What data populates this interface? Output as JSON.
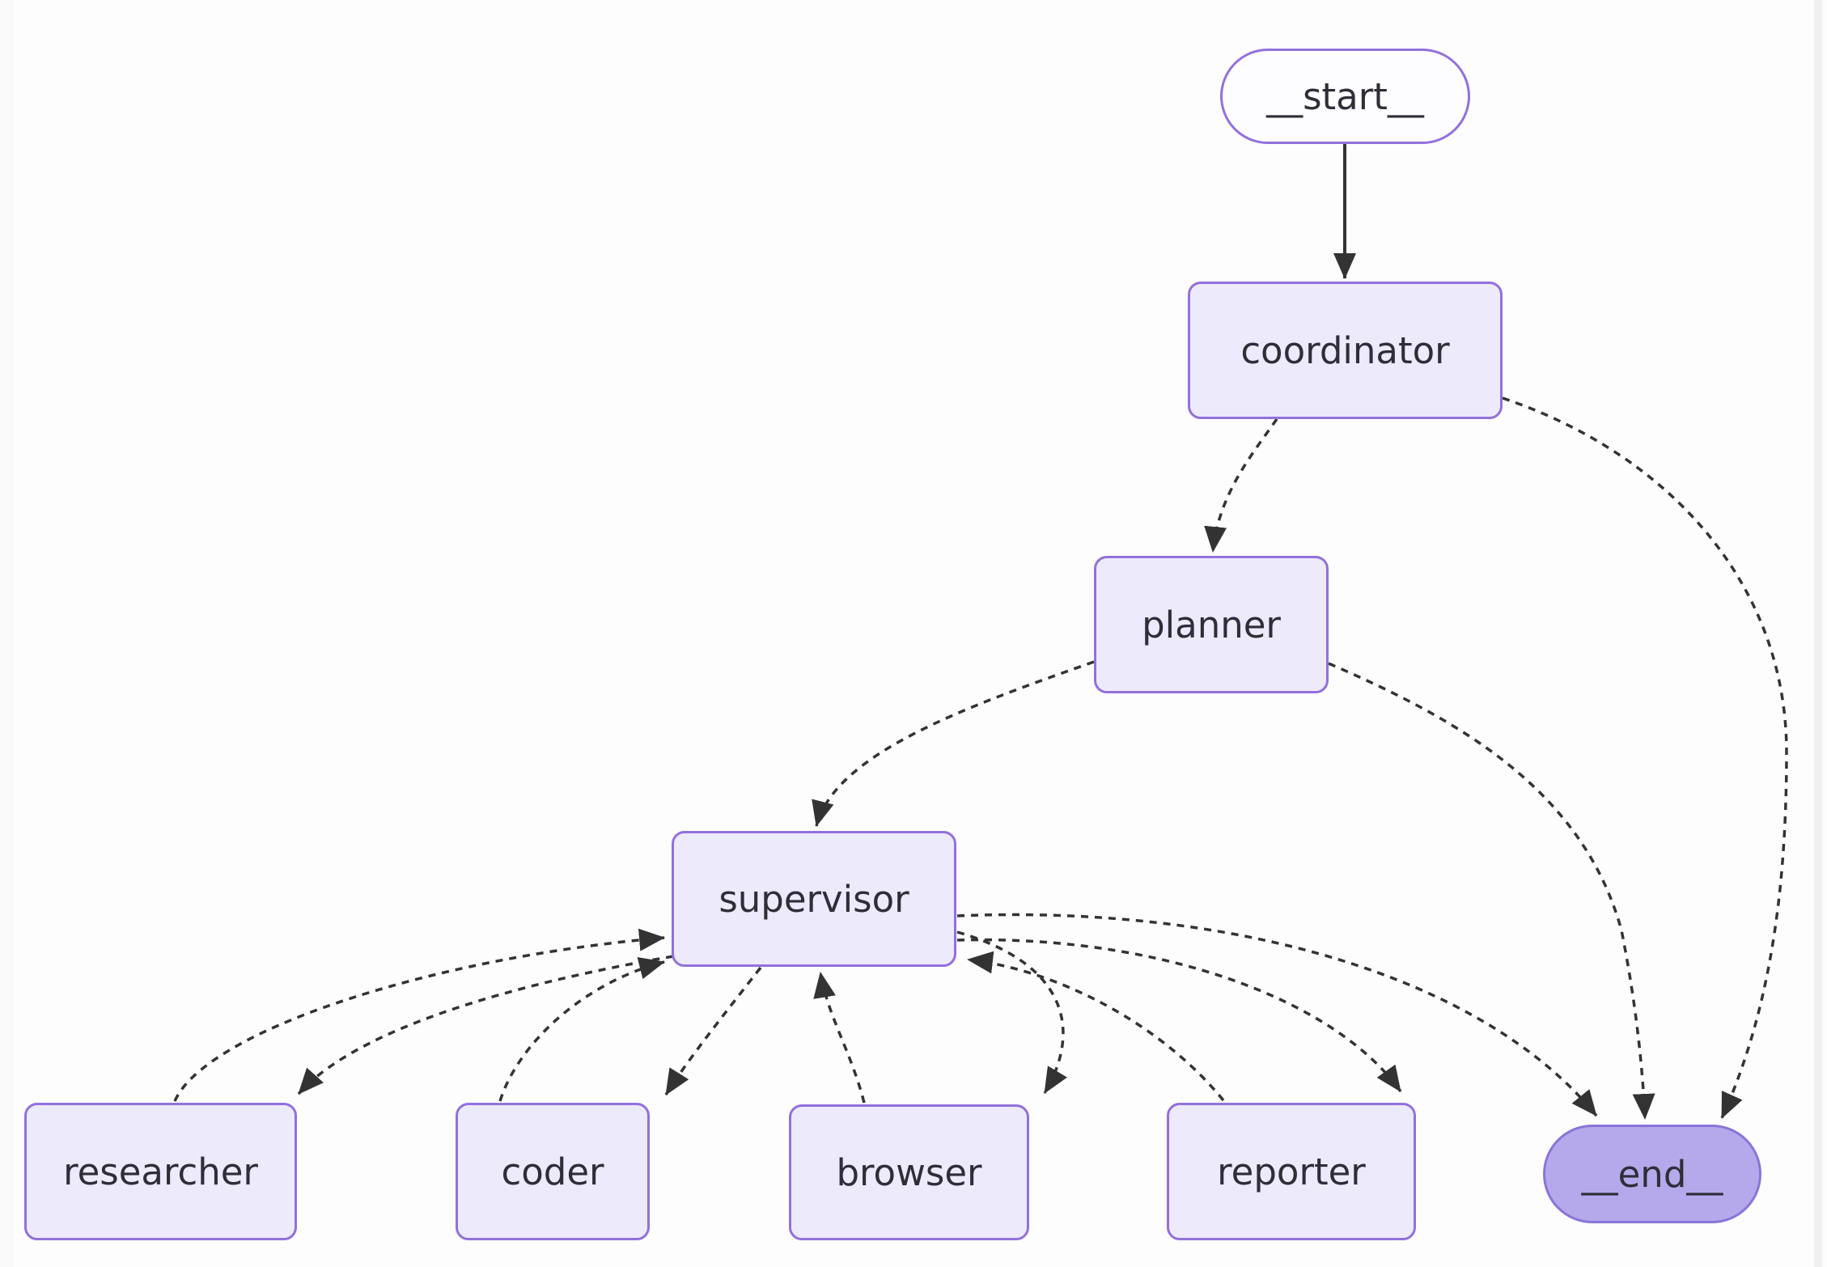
{
  "diagram": {
    "type": "flowchart",
    "colors": {
      "background": "#fdfdfd",
      "node_fill": "#EDEAFB",
      "node_border": "#9370DB",
      "start_fill": "#FDFDFF",
      "end_fill": "#B6A9EB",
      "edge": "#333333",
      "label_text": "#2E2E38"
    },
    "nodes": [
      {
        "id": "start",
        "label": "__start__",
        "shape": "pill"
      },
      {
        "id": "coordinator",
        "label": "coordinator",
        "shape": "rect"
      },
      {
        "id": "planner",
        "label": "planner",
        "shape": "rect"
      },
      {
        "id": "supervisor",
        "label": "supervisor",
        "shape": "rect"
      },
      {
        "id": "researcher",
        "label": "researcher",
        "shape": "rect"
      },
      {
        "id": "coder",
        "label": "coder",
        "shape": "rect"
      },
      {
        "id": "browser",
        "label": "browser",
        "shape": "rect"
      },
      {
        "id": "reporter",
        "label": "reporter",
        "shape": "rect"
      },
      {
        "id": "end",
        "label": "__end__",
        "shape": "pill-filled"
      }
    ],
    "edges": [
      {
        "from": "start",
        "to": "coordinator",
        "style": "solid"
      },
      {
        "from": "coordinator",
        "to": "planner",
        "style": "dashed"
      },
      {
        "from": "coordinator",
        "to": "end",
        "style": "dashed"
      },
      {
        "from": "planner",
        "to": "supervisor",
        "style": "dashed"
      },
      {
        "from": "planner",
        "to": "end",
        "style": "dashed"
      },
      {
        "from": "researcher",
        "to": "supervisor",
        "style": "dashed"
      },
      {
        "from": "supervisor",
        "to": "researcher",
        "style": "dashed"
      },
      {
        "from": "coder",
        "to": "supervisor",
        "style": "dashed"
      },
      {
        "from": "supervisor",
        "to": "coder",
        "style": "dashed"
      },
      {
        "from": "browser",
        "to": "supervisor",
        "style": "dashed"
      },
      {
        "from": "supervisor",
        "to": "browser",
        "style": "dashed"
      },
      {
        "from": "reporter",
        "to": "supervisor",
        "style": "dashed"
      },
      {
        "from": "supervisor",
        "to": "reporter",
        "style": "dashed"
      },
      {
        "from": "supervisor",
        "to": "end",
        "style": "dashed"
      }
    ]
  }
}
